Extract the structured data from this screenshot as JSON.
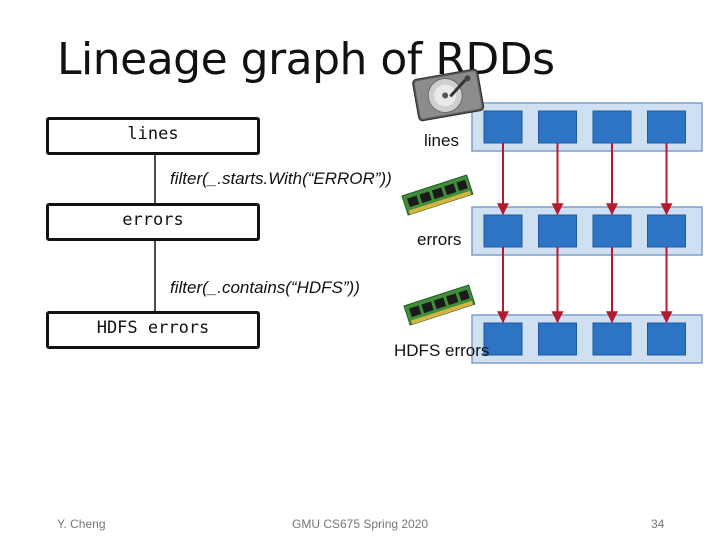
{
  "slide": {
    "title": "Lineage graph of RDDs",
    "footer_left": "Y. Cheng",
    "footer_center": "GMU CS675 Spring 2020",
    "page_number": "34"
  },
  "lineage": {
    "boxes": [
      {
        "label": "lines"
      },
      {
        "label": "errors"
      },
      {
        "label": "HDFS errors"
      }
    ],
    "operations": [
      {
        "label": "filter(_.starts.With(“ERROR”))"
      },
      {
        "label": "filter(_.contains(“HDFS”))"
      }
    ]
  },
  "partitions": {
    "rows": [
      {
        "label": "lines",
        "storage_icon": "hard-disk-icon"
      },
      {
        "label": "errors",
        "storage_icon": "memory-module-icon"
      },
      {
        "label": "HDFS errors",
        "storage_icon": "memory-module-icon"
      }
    ],
    "partitions_per_row": 4,
    "colors": {
      "row_bar": "#cfe0f3",
      "row_bar_border": "#7f9fc9",
      "partition": "#2e74c4",
      "partition_border": "#1d5aa0",
      "arrow": "#b01c2e"
    }
  }
}
